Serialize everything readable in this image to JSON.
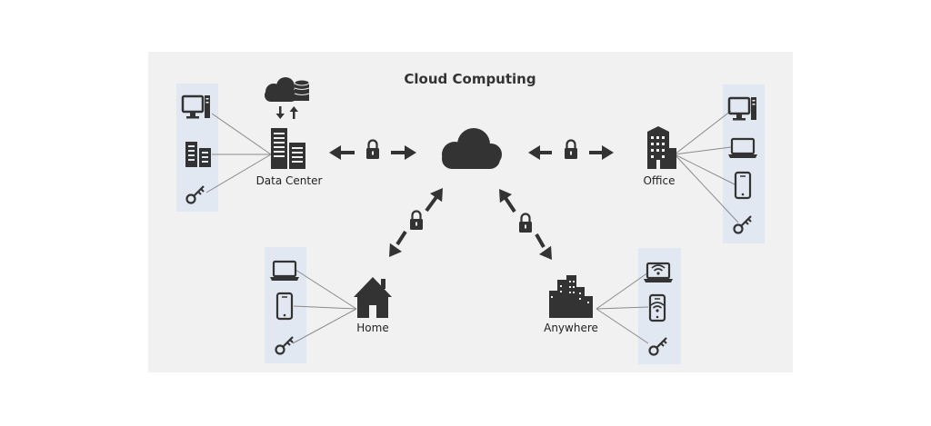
{
  "diagram": {
    "title": "Cloud  Computing",
    "nodes": {
      "data_center": {
        "label": "Data Center"
      },
      "office": {
        "label": "Office"
      },
      "home": {
        "label": "Home"
      },
      "anywhere": {
        "label": "Anywhere"
      }
    },
    "icons": [
      "cloud-icon",
      "database-icon",
      "server-building-icon",
      "lock-icon",
      "office-building-icon",
      "house-icon",
      "city-icon",
      "desktop-icon",
      "server-icon",
      "key-icon",
      "laptop-icon",
      "phone-icon",
      "wifi-laptop-icon",
      "wifi-phone-icon"
    ],
    "colors": {
      "panel": "#f1f1f1",
      "device_box": "#e2e8f1",
      "icon": "#333333",
      "line": "#8a8a8a"
    }
  }
}
